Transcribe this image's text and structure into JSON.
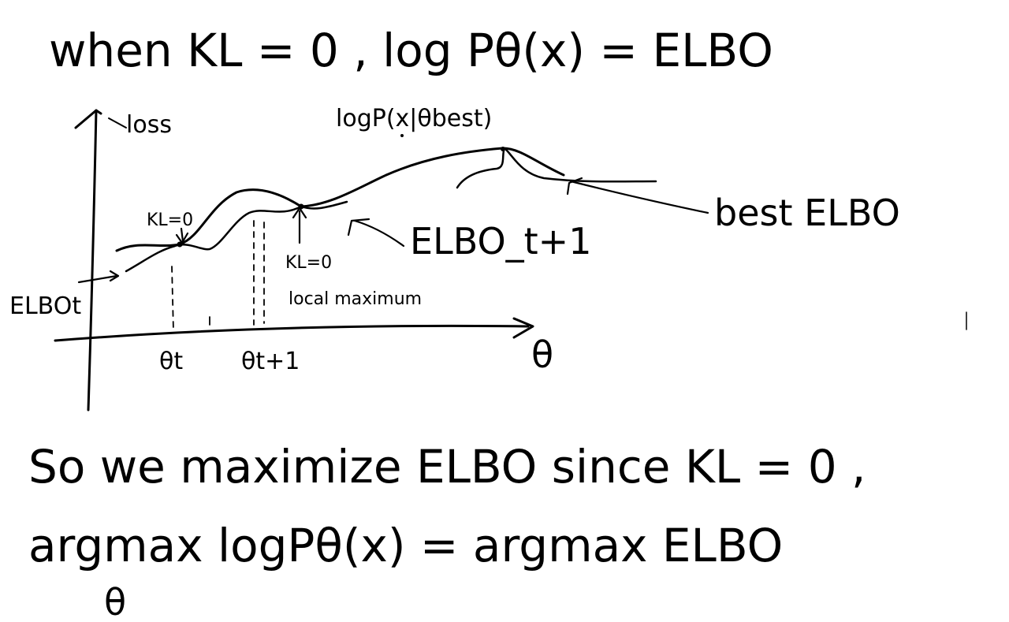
{
  "heading": {
    "text": "when  KL = 0 ,  log Pθ(x) = ELBO"
  },
  "graph": {
    "y_axis_label": "loss",
    "x_axis_label": "θ",
    "top_annotation": "logP(x|θbest)",
    "kl_zero_label_1": "KL=0",
    "kl_zero_label_2": "KL=0",
    "local_maximum_label": "local maximum",
    "elbo_t_label": "ELBOt",
    "elbo_t1_label": "ELBO_t+1",
    "best_elbo_label": "best ELBO",
    "theta_t_label": "θt",
    "theta_t1_label": "θt+1"
  },
  "conclusion": {
    "line1": "So we  maximize ELBO since KL = 0 ,",
    "line2": "argmax  logPθ(x) = argmax ELBO",
    "line2_sub": "θ"
  }
}
